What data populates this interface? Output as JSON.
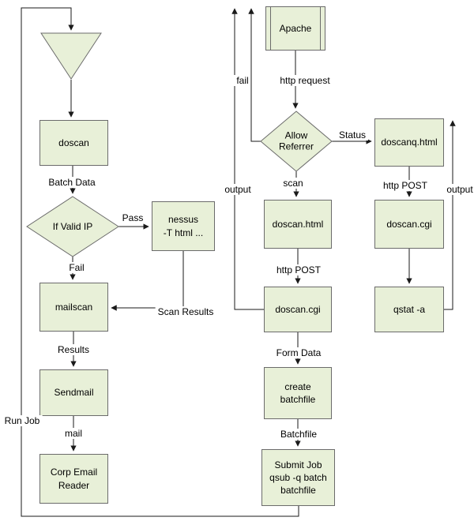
{
  "diagram": {
    "nodes": {
      "doscan": "doscan",
      "if_valid_ip": "If Valid IP",
      "nessus": "nessus\n-T html ...",
      "mailscan": "mailscan",
      "sendmail": "Sendmail",
      "corp_email_reader": "Corp Email\nReader",
      "apache": "Apache",
      "allow_referrer": "Allow\nReferrer",
      "doscan_html": "doscan.html",
      "doscan_cgi_mid": "doscan.cgi",
      "create_batchfile": "create\nbatchfile",
      "submit_job": "Submit Job\nqsub -q batch\nbatchfile",
      "doscanq_html": "doscanq.html",
      "doscan_cgi_right": "doscan.cgi",
      "qstat_a": "qstat -a"
    },
    "edges": {
      "batch_data": "Batch Data",
      "pass": "Pass",
      "fail": "Fail",
      "scan_results": "Scan Results",
      "results": "Results",
      "mail": "mail",
      "run_job": "Run Job",
      "http_request": "http request",
      "fail_mid": "fail",
      "output_mid": "output",
      "status": "Status",
      "scan": "scan",
      "http_post_mid": "http POST",
      "form_data": "Form Data",
      "batchfile": "Batchfile",
      "http_post_right": "http POST",
      "output_right": "output"
    },
    "colors": {
      "background": "#ffffff",
      "node_fill": "#e8f0d8",
      "node_border": "#6b6b6b",
      "line": "#1a1a1a",
      "text": "#000000"
    }
  }
}
